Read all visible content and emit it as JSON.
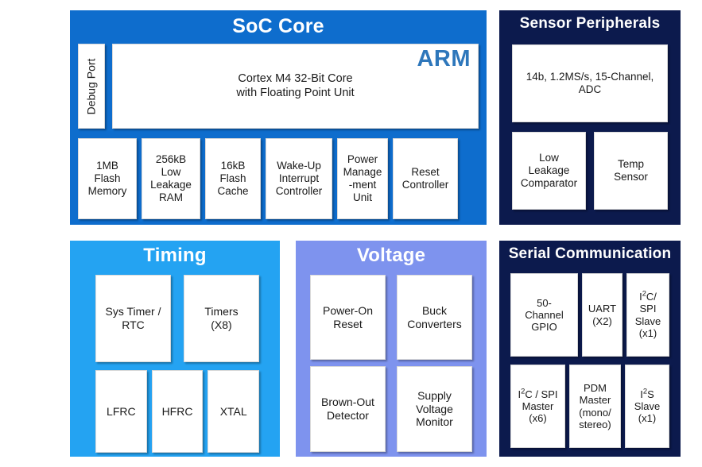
{
  "panels": {
    "soc_core": {
      "title": "SoC Core",
      "color": "#0E6DCD",
      "debug_port": "Debug Port",
      "core_line1": "Cortex M4 32-Bit Core",
      "core_line2": "with Floating Point Unit",
      "arm_logo": "ARM",
      "blocks": [
        {
          "lines": [
            "1MB",
            "Flash",
            "Memory"
          ]
        },
        {
          "lines": [
            "256kB",
            "Low",
            "Leakage",
            "RAM"
          ]
        },
        {
          "lines": [
            "16kB",
            "Flash",
            "Cache"
          ]
        },
        {
          "lines": [
            "Wake-Up",
            "Interrupt",
            "Controller"
          ]
        },
        {
          "lines": [
            "Power",
            "Manage",
            "-ment",
            "Unit"
          ]
        },
        {
          "lines": [
            "Reset",
            "Controller"
          ]
        }
      ]
    },
    "sensor_peripherals": {
      "title": "Sensor Peripherals",
      "color": "#0C1A4D",
      "adc": {
        "lines": [
          "14b, 1.2MS/s, 15-Channel,",
          "ADC"
        ]
      },
      "blocks": [
        {
          "lines": [
            "Low",
            "Leakage",
            "Comparator"
          ]
        },
        {
          "lines": [
            "Temp",
            "Sensor"
          ]
        }
      ]
    },
    "timing": {
      "title": "Timing",
      "color": "#24A3F2",
      "row1": [
        {
          "lines": [
            "Sys Timer /",
            "RTC"
          ]
        },
        {
          "lines": [
            "Timers",
            "(X8)"
          ]
        }
      ],
      "row2": [
        {
          "lines": [
            "LFRC"
          ]
        },
        {
          "lines": [
            "HFRC"
          ]
        },
        {
          "lines": [
            "XTAL"
          ]
        }
      ]
    },
    "voltage": {
      "title": "Voltage",
      "color": "#7E93EE",
      "row1": [
        {
          "lines": [
            "Power-On",
            "Reset"
          ]
        },
        {
          "lines": [
            "Buck",
            "Converters"
          ]
        }
      ],
      "row2": [
        {
          "lines": [
            "Brown-Out",
            "Detector"
          ]
        },
        {
          "lines": [
            "Supply",
            "Voltage",
            "Monitor"
          ]
        }
      ]
    },
    "serial_communication": {
      "title": "Serial Communication",
      "color": "#0C1A4D",
      "row1": [
        {
          "lines": [
            "50-",
            "Channel",
            "GPIO"
          ]
        },
        {
          "lines": [
            "UART",
            "(X2)"
          ]
        },
        {
          "lines": [
            "I2C/",
            "SPI",
            "Slave",
            "(x1)"
          ],
          "sup": "2"
        },
        {
          "lines": []
        }
      ],
      "row2": [
        {
          "lines": [
            "I2C / SPI",
            "Master",
            "(x6)"
          ],
          "sup": "2"
        },
        {
          "lines": [
            "PDM",
            "Master",
            "(mono/",
            "stereo)"
          ]
        },
        {
          "lines": [
            "I2S",
            "Slave",
            "(x1)"
          ],
          "sup": "2"
        }
      ]
    }
  }
}
